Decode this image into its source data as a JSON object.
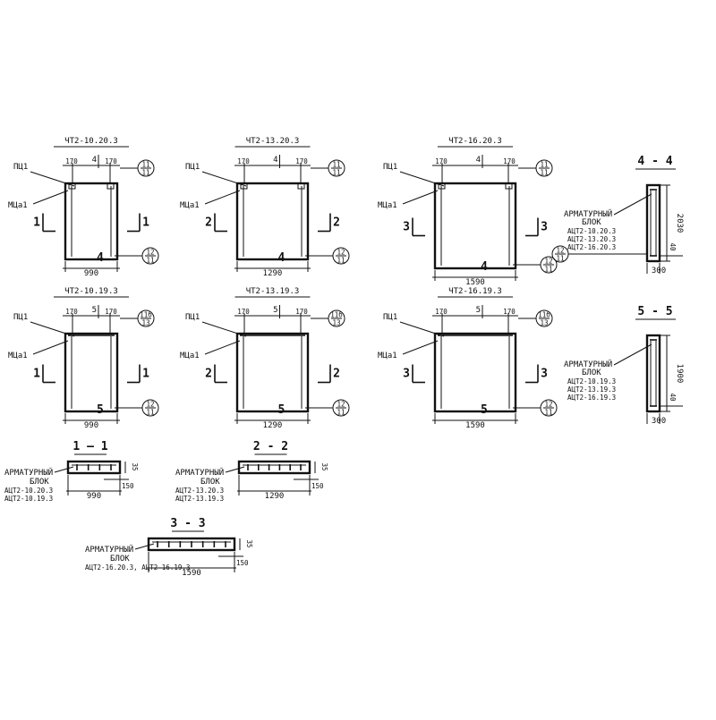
{
  "panels": [
    {
      "id": "p1",
      "title": "ЧТ2-10.20.3",
      "pc": "ПЦ1",
      "mc": "МЦа1",
      "cut": "1",
      "cut_l": "1",
      "cut_r": "1",
      "w": "990",
      "w_note": "4",
      "left_dim": "170",
      "right_dim": "170",
      "mid_dim": "4",
      "tag_top_a": "11",
      "tag_top_b": "11",
      "tag_bot_a": "12",
      "tag_bot_b": "11"
    },
    {
      "id": "p2",
      "title": "ЧТ2-13.20.3",
      "pc": "ПЦ1",
      "mc": "МЦа1",
      "cut": "2",
      "cut_l": "2",
      "cut_r": "2",
      "w": "1290",
      "w_note": "4",
      "left_dim": "170",
      "right_dim": "170",
      "mid_dim": "4",
      "tag_top_a": "11",
      "tag_top_b": "11",
      "tag_bot_a": "12",
      "tag_bot_b": "11"
    },
    {
      "id": "p3",
      "title": "ЧТ2-16.20.3",
      "pc": "ПЦ1",
      "mc": "МЦа1",
      "cut": "3",
      "cut_l": "3",
      "cut_r": "3",
      "w": "1590",
      "w_note": "4",
      "left_dim": "170",
      "right_dim": "170",
      "mid_dim": "4",
      "tag_top_a": "11",
      "tag_top_b": "11",
      "tag_bot_a": "12",
      "tag_bot_b": "11"
    },
    {
      "id": "p4",
      "title": "ЧТ2-10.19.3",
      "pc": "ПЦ1",
      "mc": "МЦа1",
      "cut": "1",
      "cut_l": "1",
      "cut_r": "1",
      "w": "990",
      "w_note": "5",
      "left_dim": "170",
      "right_dim": "170",
      "mid_dim": "5",
      "tag_top_a": "11б",
      "tag_top_b": "13",
      "tag_bot_a": "12",
      "tag_bot_b": "11"
    },
    {
      "id": "p5",
      "title": "ЧТ2-13.19.3",
      "pc": "ПЦ1",
      "mc": "МЦа1",
      "cut": "2",
      "cut_l": "2",
      "cut_r": "2",
      "w": "1290",
      "w_note": "5",
      "left_dim": "170",
      "right_dim": "170",
      "mid_dim": "5",
      "tag_top_a": "11б",
      "tag_top_b": "13",
      "tag_bot_a": "12",
      "tag_bot_b": "11"
    },
    {
      "id": "p6",
      "title": "ЧТ2-16.19.3",
      "pc": "ПЦ1",
      "mc": "МЦа1",
      "cut": "3",
      "cut_l": "3",
      "cut_r": "3",
      "w": "1590",
      "w_note": "5",
      "left_dim": "170",
      "right_dim": "170",
      "mid_dim": "5",
      "tag_top_a": "11б",
      "tag_top_b": "13",
      "tag_bot_a": "12",
      "tag_bot_b": "11"
    }
  ],
  "sec44": {
    "title": "4 - 4",
    "label1": "АРМАТУРНЫЙ",
    "label2": "БЛОК",
    "l3": "АЦТ2-10.20.3",
    "l4": "АЦТ2-13.20.3",
    "l5": "АЦТ2-16.20.3",
    "h": "2030",
    "w": "300",
    "d": "40",
    "tag_a": "12",
    "tag_b": "11"
  },
  "sec55": {
    "title": "5 - 5",
    "label1": "АРМАТУРНЫЙ",
    "label2": "БЛОК",
    "l3": "АЦТ2-10.19.3",
    "l4": "АЦТ2-13.19.3",
    "l5": "АЦТ2-16.19.3",
    "h": "1900",
    "w": "300",
    "d": "40"
  },
  "sec11": {
    "title": "1 — 1",
    "label1": "АРМАТУРНЫЙ",
    "label2": "БЛОК",
    "l3": "АЦТ2-10.20.3",
    "l4": "АЦТ2-10.19.3",
    "w": "990",
    "d1": "35",
    "d2": "150"
  },
  "sec22": {
    "title": "2 - 2",
    "label1": "АРМАТУРНЫЙ",
    "label2": "БЛОК",
    "l3": "АЦТ2-13.20.3",
    "l4": "АЦТ2-13.19.3",
    "w": "1290",
    "d1": "35",
    "d2": "150"
  },
  "sec33": {
    "title": "3 - 3",
    "label1": "АРМАТУРНЫЙ",
    "label2": "БЛОК",
    "l3": "АЦТ2-16.20.3, АЦТ2-16.19.3",
    "w": "1590",
    "d1": "35",
    "d2": "150"
  }
}
